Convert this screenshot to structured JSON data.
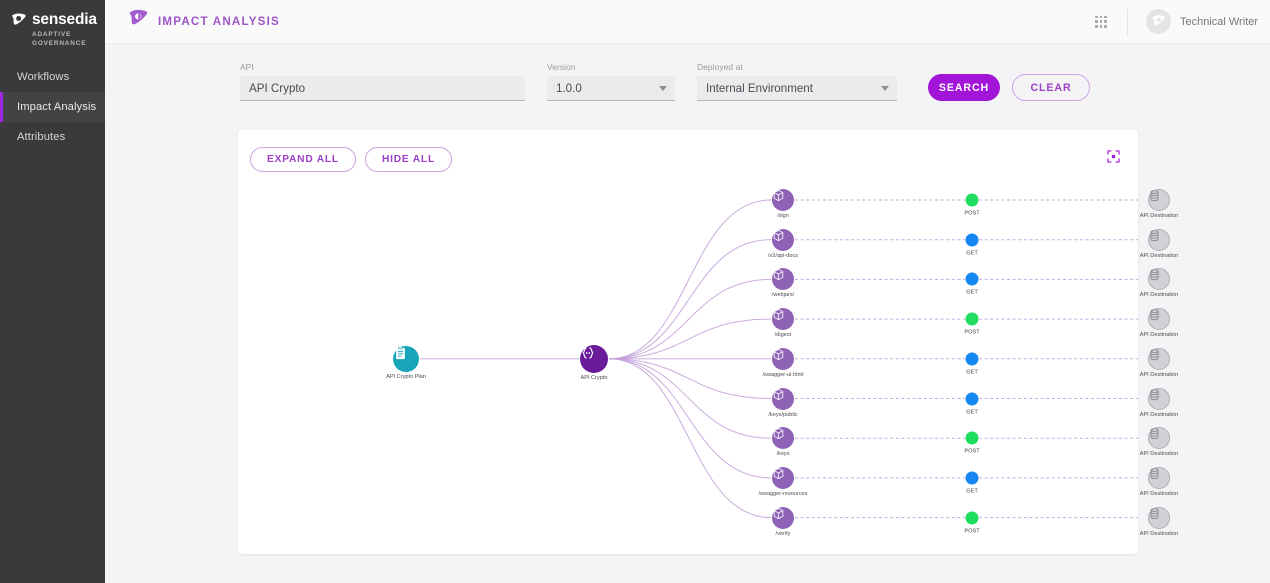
{
  "sidebar": {
    "brand": {
      "name": "sensedia",
      "sub_line1": "ADAPTIVE",
      "sub_line2": "GOVERNANCE",
      "logo_icon": "sensedia-logo-icon"
    },
    "items": [
      {
        "label": "Workflows",
        "active": false
      },
      {
        "label": "Impact Analysis",
        "active": true
      },
      {
        "label": "Attributes",
        "active": false
      }
    ]
  },
  "topbar": {
    "logo_icon": "sensedia-logo-icon",
    "title": "IMPACT ANALYSIS",
    "apps_icon": "apps-grid-icon",
    "avatar_icon": "user-avatar-icon",
    "user_name": "Technical Writer"
  },
  "filters": {
    "api": {
      "label": "API",
      "value": "API Crypto",
      "placeholder": "API"
    },
    "version": {
      "label": "Version",
      "value": "1.0.0",
      "caret_icon": "chevron-down-icon"
    },
    "deployed_at": {
      "label": "Deployed at",
      "value": "Internal Environment",
      "caret_icon": "chevron-down-icon"
    },
    "search_label": "SEARCH",
    "clear_label": "CLEAR"
  },
  "card": {
    "expand_all_label": "EXPAND ALL",
    "hide_all_label": "HIDE ALL",
    "focus_icon": "center-focus-icon"
  },
  "graph": {
    "colors": {
      "plan": "#18a5b8",
      "api": "#6a1b9a",
      "resource": "#8e63b5",
      "destination": "#d2d2d6",
      "post": "#1fdd5f",
      "get": "#1687f0",
      "edge": "#c5a3da",
      "accent": "#a114d8"
    },
    "plan": {
      "label": "API Crypto Plan",
      "icon": "plan-clipboard-icon"
    },
    "api": {
      "label": "API Crypto",
      "icon": "api-braces-icon"
    },
    "destination_label": "API Destination",
    "destination_icon": "database-stack-icon",
    "resource_icon": "package-cube-icon",
    "rows": [
      {
        "resource": "/sign",
        "method": "POST",
        "destination": "API Destination"
      },
      {
        "resource": "/v2/api-docs",
        "method": "GET",
        "destination": "API Destination"
      },
      {
        "resource": "/webjars/",
        "method": "GET",
        "destination": "API Destination"
      },
      {
        "resource": "/digest",
        "method": "POST",
        "destination": "API Destination"
      },
      {
        "resource": "/swagger-ui.html",
        "method": "GET",
        "destination": "API Destination"
      },
      {
        "resource": "/keys/public",
        "method": "GET",
        "destination": "API Destination"
      },
      {
        "resource": "/keys",
        "method": "POST",
        "destination": "API Destination"
      },
      {
        "resource": "/swagger-resources",
        "method": "GET",
        "destination": "API Destination"
      },
      {
        "resource": "/verify",
        "method": "POST",
        "destination": "API Destination"
      }
    ]
  }
}
